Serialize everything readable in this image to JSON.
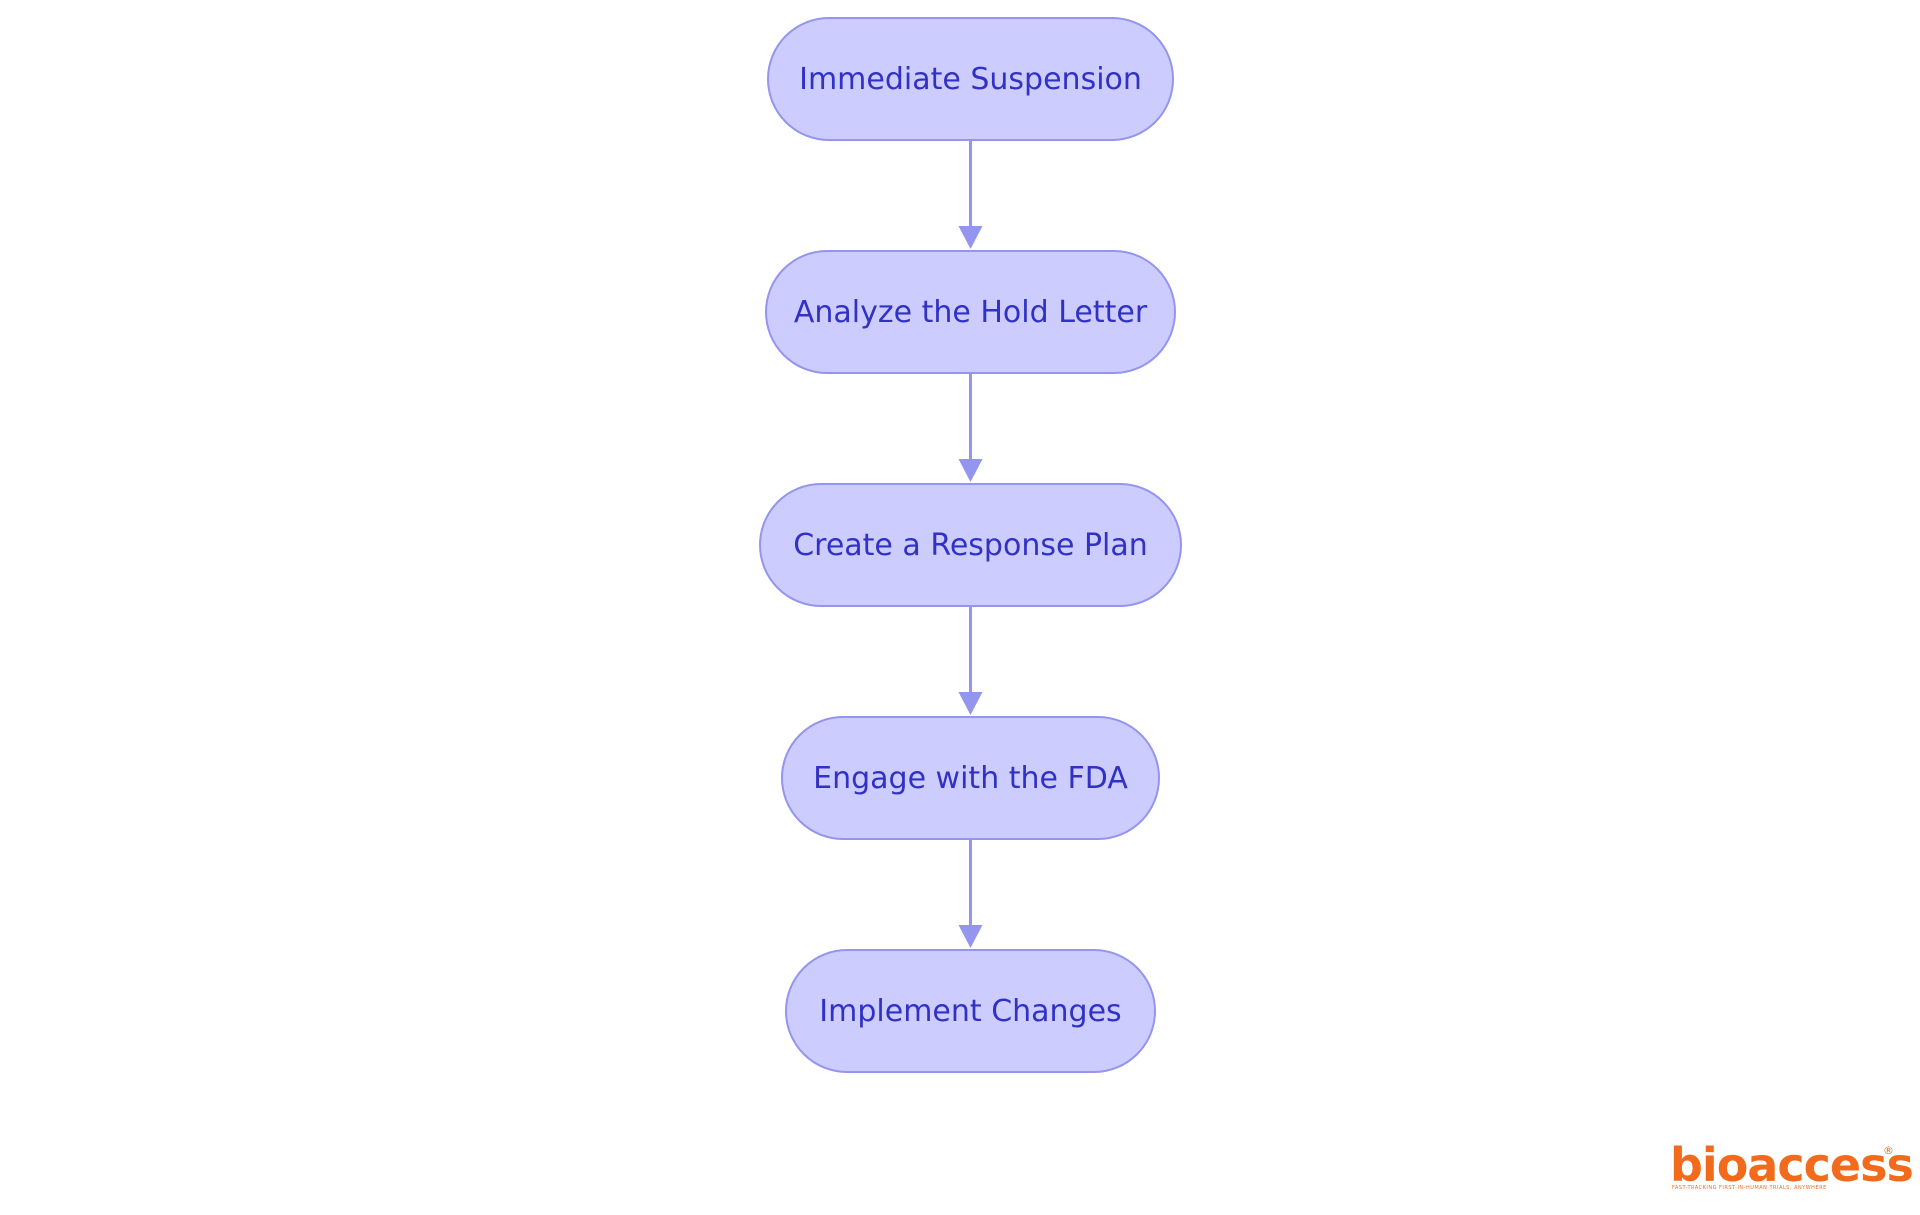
{
  "diagram": {
    "type": "flowchart",
    "direction": "top-to-bottom",
    "colors": {
      "node_fill": "#ccccff",
      "node_border": "#9495ee",
      "node_text": "#3131c4",
      "edge": "#9495ee"
    },
    "nodes": [
      {
        "id": "n1",
        "label": "Immediate Suspension"
      },
      {
        "id": "n2",
        "label": "Analyze the Hold Letter"
      },
      {
        "id": "n3",
        "label": "Create a Response Plan"
      },
      {
        "id": "n4",
        "label": "Engage with the FDA"
      },
      {
        "id": "n5",
        "label": "Implement Changes"
      }
    ],
    "edges": [
      {
        "from": "n1",
        "to": "n2"
      },
      {
        "from": "n2",
        "to": "n3"
      },
      {
        "from": "n3",
        "to": "n4"
      },
      {
        "from": "n4",
        "to": "n5"
      }
    ]
  },
  "logo": {
    "wordmark": "bioaccess",
    "registered": "®",
    "tagline": "FAST-TRACKING FIRST-IN-HUMAN TRIALS, ANYWHERE",
    "color": "#f26b1d"
  }
}
